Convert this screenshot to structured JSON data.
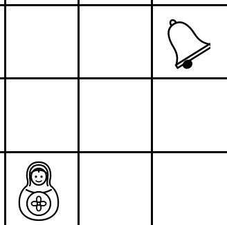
{
  "board": {
    "rows": 3,
    "cols": 3,
    "line_color": "#000000",
    "background": "#ffffff"
  },
  "pieces": [
    {
      "name": "bell",
      "icon": "bell-icon",
      "row": 0,
      "col": 2
    },
    {
      "name": "nesting-doll",
      "icon": "nesting-doll-icon",
      "row": 2,
      "col": 0
    }
  ]
}
